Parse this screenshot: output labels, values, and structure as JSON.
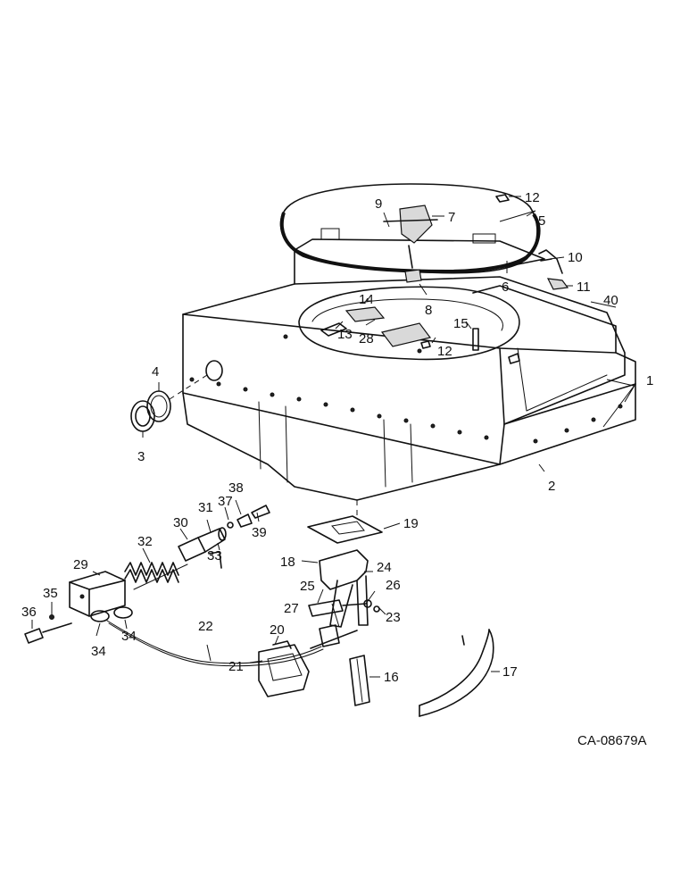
{
  "diagram": {
    "reference_code": "CA-08679A",
    "callouts": {
      "c1": "1",
      "c2": "2",
      "c3": "3",
      "c4": "4",
      "c5": "5",
      "c6": "6",
      "c7": "7",
      "c8": "8",
      "c9": "9",
      "c10": "10",
      "c11": "11",
      "c12a": "12",
      "c12b": "12",
      "c13": "13",
      "c14": "14",
      "c15": "15",
      "c16": "16",
      "c17": "17",
      "c18": "18",
      "c19": "19",
      "c20": "20",
      "c21": "21",
      "c22": "22",
      "c23": "23",
      "c24": "24",
      "c25": "25",
      "c26": "26",
      "c27": "27",
      "c28": "28",
      "c29": "29",
      "c30": "30",
      "c31": "31",
      "c32": "32",
      "c33": "33",
      "c34a": "34",
      "c34b": "34",
      "c35": "35",
      "c36": "36",
      "c37": "37",
      "c38": "38",
      "c39": "39",
      "c40": "40"
    }
  }
}
